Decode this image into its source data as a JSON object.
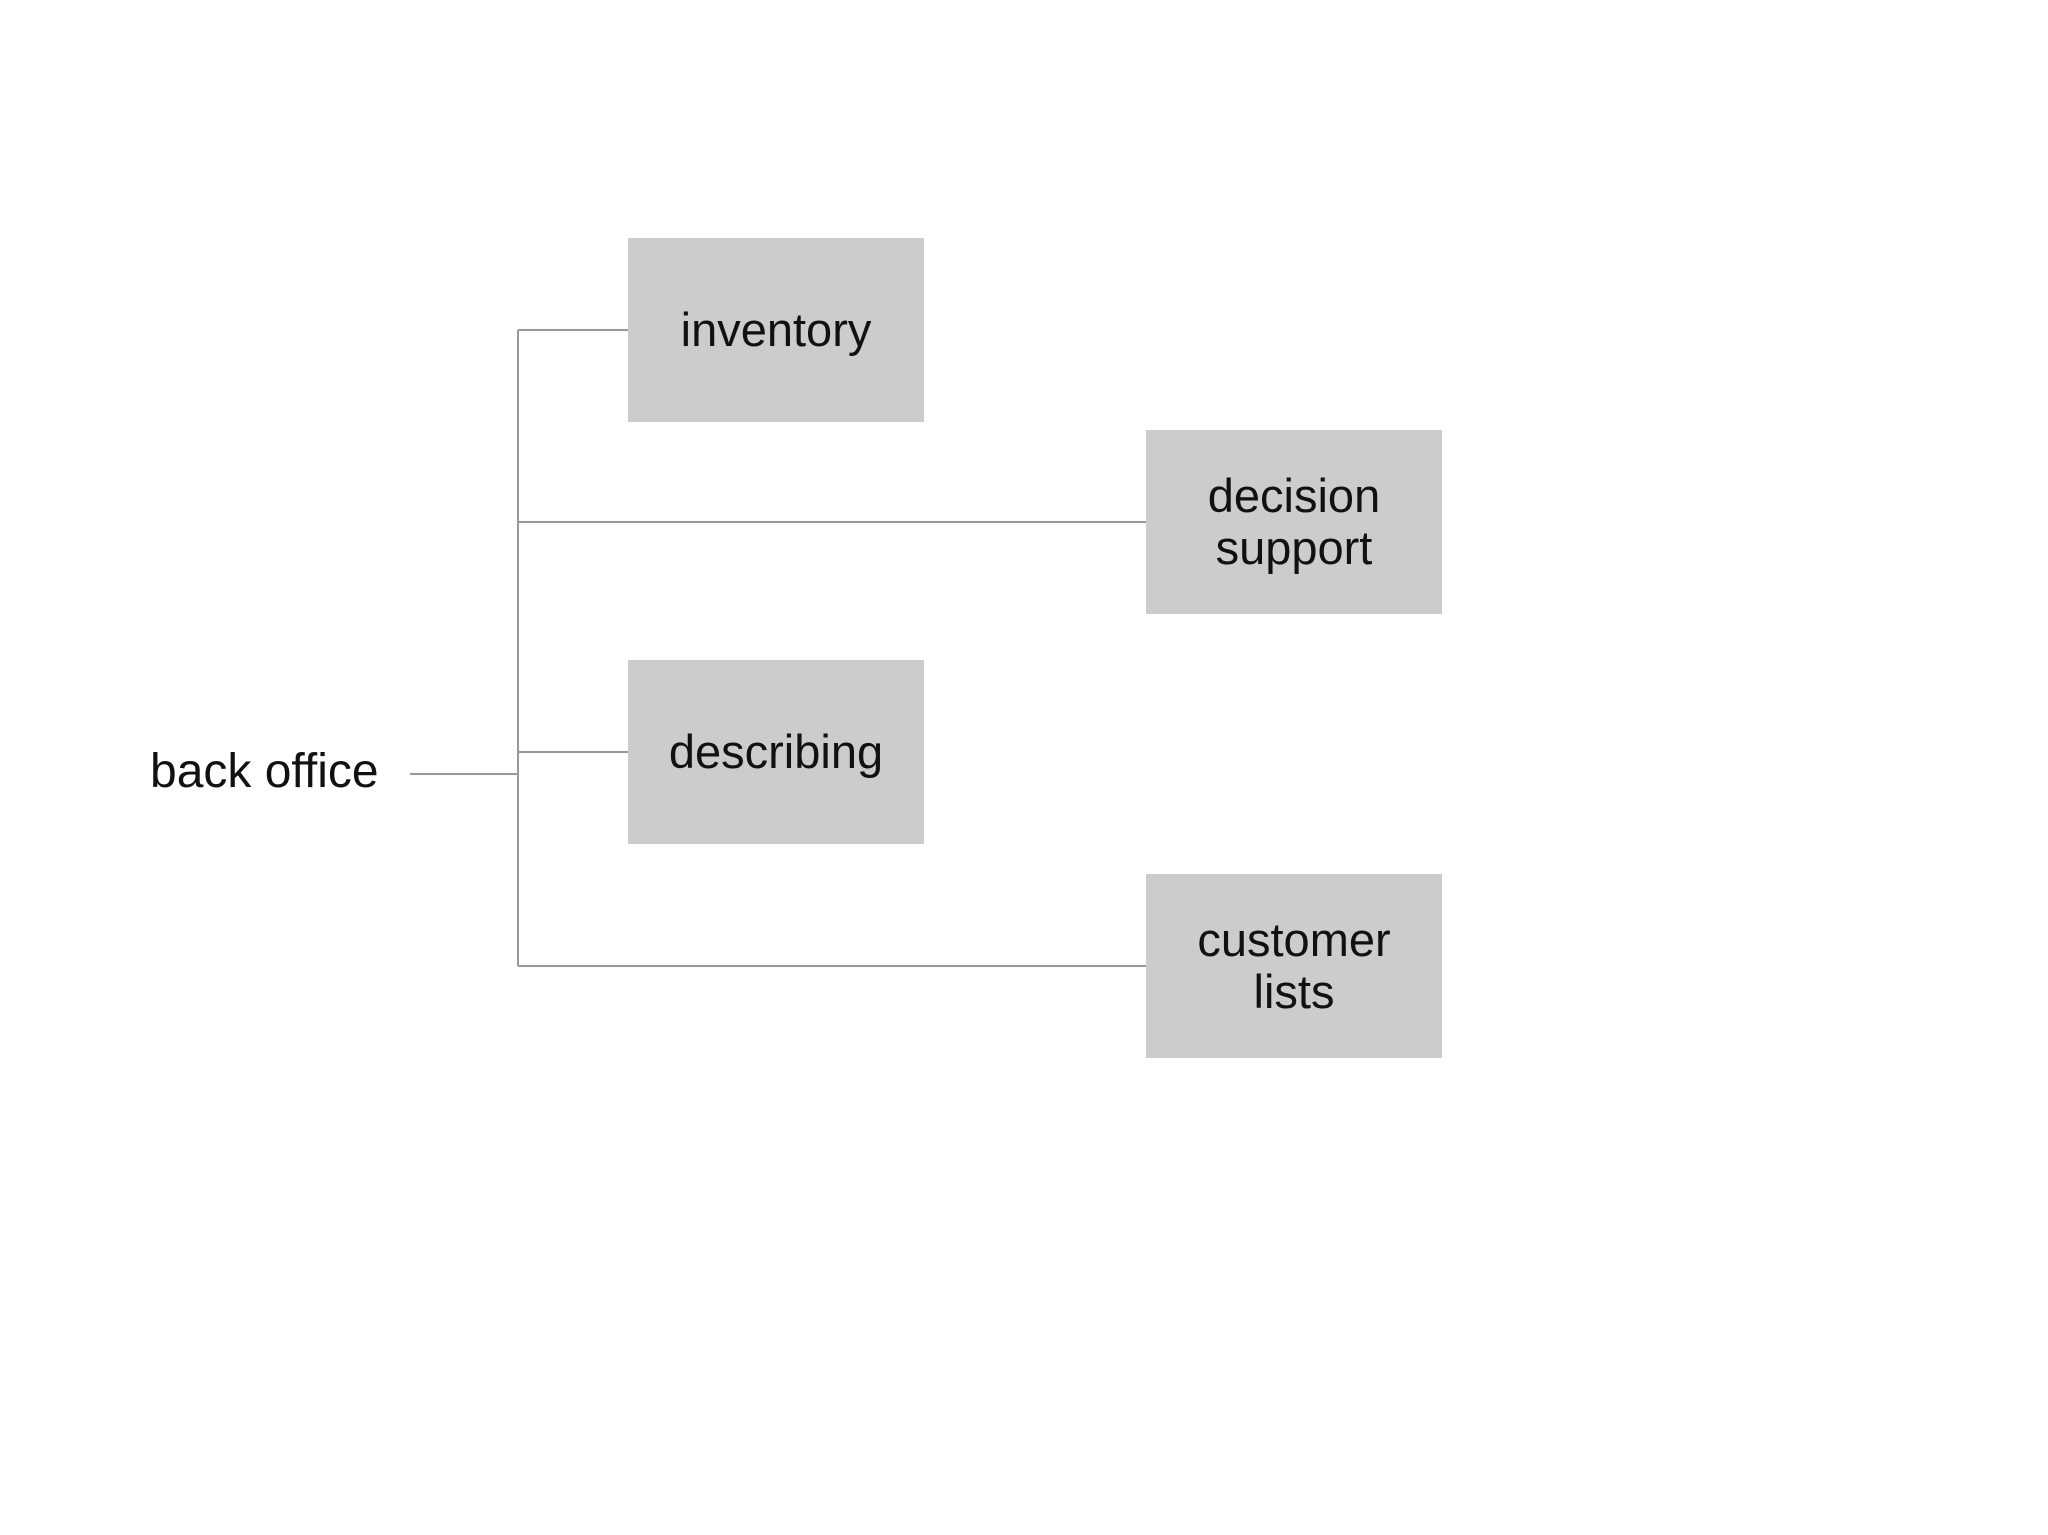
{
  "diagram": {
    "root": {
      "label": "back office"
    },
    "nodes": [
      {
        "id": "inventory",
        "label": "inventory"
      },
      {
        "id": "decision-support",
        "label": "decision\nsupport"
      },
      {
        "id": "describing",
        "label": "describing"
      },
      {
        "id": "customer-lists",
        "label": "customer\nlists"
      }
    ],
    "colors": {
      "box_fill": "#cccccc",
      "connector": "#999999",
      "text": "#111111"
    }
  }
}
